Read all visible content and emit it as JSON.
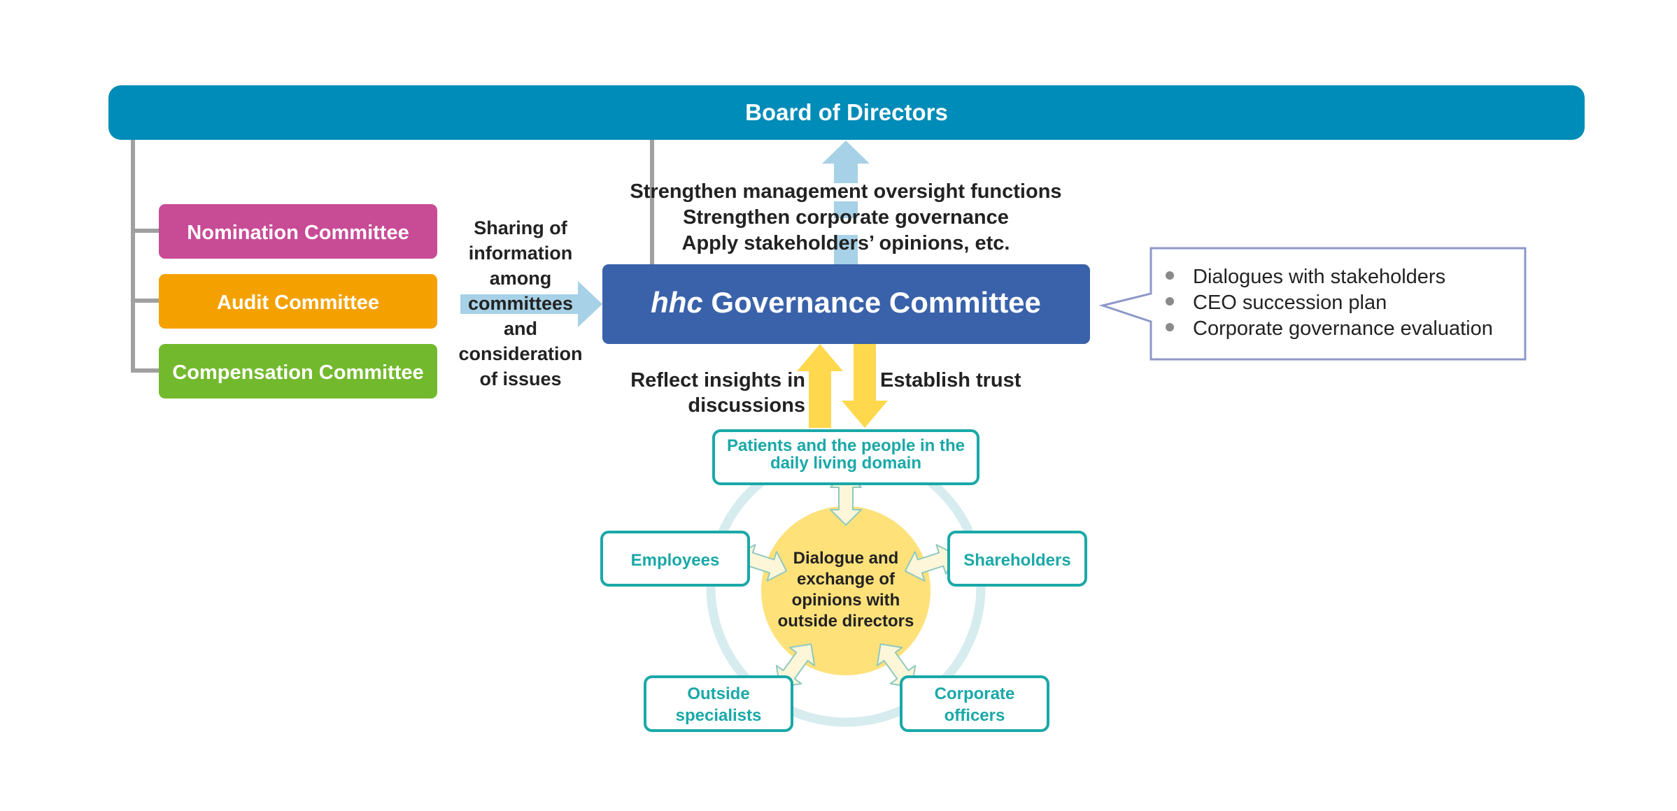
{
  "board": {
    "label": "Board of Directors"
  },
  "committees": [
    {
      "label": "Nomination Committee",
      "color": "#C84B96"
    },
    {
      "label": "Audit Committee",
      "color": "#F4A100"
    },
    {
      "label": "Compensation Committee",
      "color": "#73B92E"
    }
  ],
  "sharing_text": [
    "Sharing of",
    "information",
    "among",
    "committees",
    "and",
    "consideration",
    "of issues"
  ],
  "oversight_lines": [
    "Strengthen management oversight functions",
    "Strengthen corporate governance",
    "Apply stakeholders’ opinions, etc."
  ],
  "governance": {
    "prefix": "hhc",
    "label": " Governance Committee"
  },
  "callout_items": [
    "Dialogues with stakeholders",
    "CEO succession plan",
    "Corporate governance evaluation"
  ],
  "reflect_lines": [
    "Reflect insights in",
    "discussions"
  ],
  "establish_label": "Establish trust",
  "center_lines": [
    "Dialogue and",
    "exchange of",
    "opinions with",
    "outside directors"
  ],
  "stakeholders": {
    "patients": [
      "Patients and the people in the",
      "daily living domain"
    ],
    "employees": [
      "Employees"
    ],
    "shareholders": [
      "Shareholders"
    ],
    "specialists": [
      "Outside",
      "specialists"
    ],
    "officers": [
      "Corporate",
      "officers"
    ]
  },
  "colors": {
    "board": "#008CB8",
    "governance": "#3A62AA",
    "teal": "#1AA8A8",
    "yellow": "#FFD84E",
    "circle": "#FFE17A",
    "lightblue": "#A7D1E6",
    "connector": "#A0A0A0",
    "callout_border": "#8E98C8"
  }
}
